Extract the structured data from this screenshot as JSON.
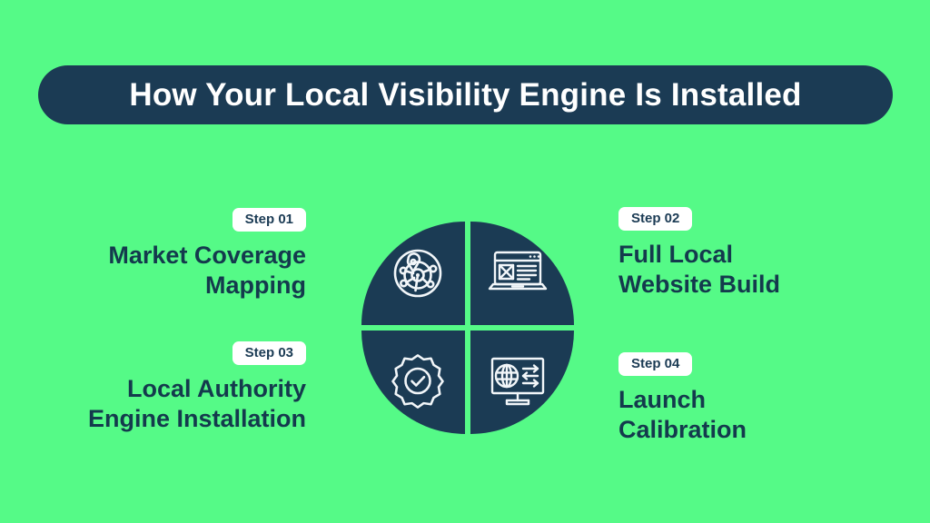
{
  "header": {
    "title": "How Your Local Visibility Engine Is Installed"
  },
  "colors": {
    "background": "#55fa87",
    "navy": "#1b3b54",
    "badge_background": "#ffffff",
    "title_text": "#ffffff",
    "step_text": "#143a4d",
    "icon_stroke": "#f2f6f9"
  },
  "steps": [
    {
      "badge": "Step 01",
      "title": "Market Coverage\nMapping",
      "icon": "coverage-radar-icon",
      "align": "right",
      "position": "top-left"
    },
    {
      "badge": "Step 02",
      "title": "Full Local\nWebsite Build",
      "icon": "laptop-webpage-icon",
      "align": "left",
      "position": "top-right"
    },
    {
      "badge": "Step 03",
      "title": "Local Authority\nEngine Installation",
      "icon": "gear-check-icon",
      "align": "right",
      "position": "bottom-left"
    },
    {
      "badge": "Step 04",
      "title": "Launch\nCalibration",
      "icon": "monitor-globe-sliders-icon",
      "align": "left",
      "position": "bottom-right"
    }
  ],
  "center_graphic": {
    "shape": "circle-four-quadrants",
    "quadrant_icons": [
      "coverage-radar-icon",
      "laptop-webpage-icon",
      "gear-check-icon",
      "monitor-globe-sliders-icon"
    ]
  }
}
